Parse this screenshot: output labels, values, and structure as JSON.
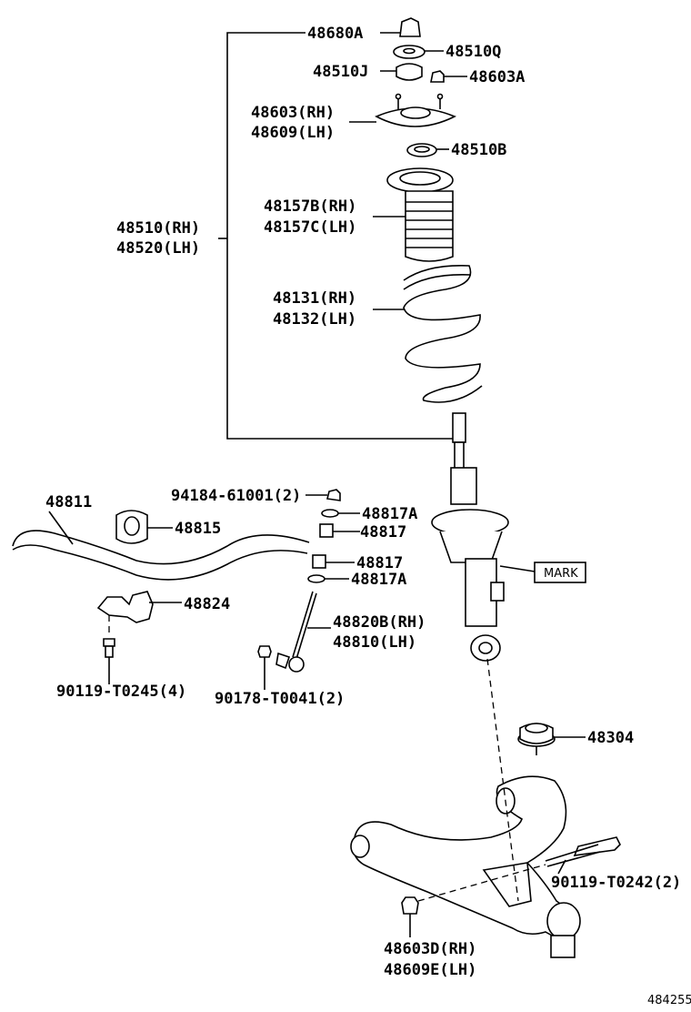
{
  "labels": {
    "p48680A": "48680A",
    "p48510Q": "48510Q",
    "p48510J": "48510J",
    "p48603A": "48603A",
    "p48603": "48603(RH)",
    "p48609": "48609(LH)",
    "p48510B": "48510B",
    "p48157B": "48157B(RH)",
    "p48157C": "48157C(LH)",
    "p48510": "48510(RH)",
    "p48520": "48520(LH)",
    "p48131": "48131(RH)",
    "p48132": "48132(LH)",
    "p48811": "48811",
    "p94184": "94184-61001(2)",
    "p48817A_top": "48817A",
    "p48815": "48815",
    "p48817_top": "48817",
    "p48817_bot": "48817",
    "p48817A_bot": "48817A",
    "p48824": "48824",
    "p48820B": "48820B(RH)",
    "p48810": "48810(LH)",
    "p90119_T0245": "90119-T0245(4)",
    "p90178": "90178-T0041(2)",
    "mark": "MARK",
    "p48304": "48304",
    "p90119_T0242": "90119-T0242(2)",
    "p48603D": "48603D(RH)",
    "p48609E": "48609E(LH)",
    "diagram_id": "484255"
  }
}
